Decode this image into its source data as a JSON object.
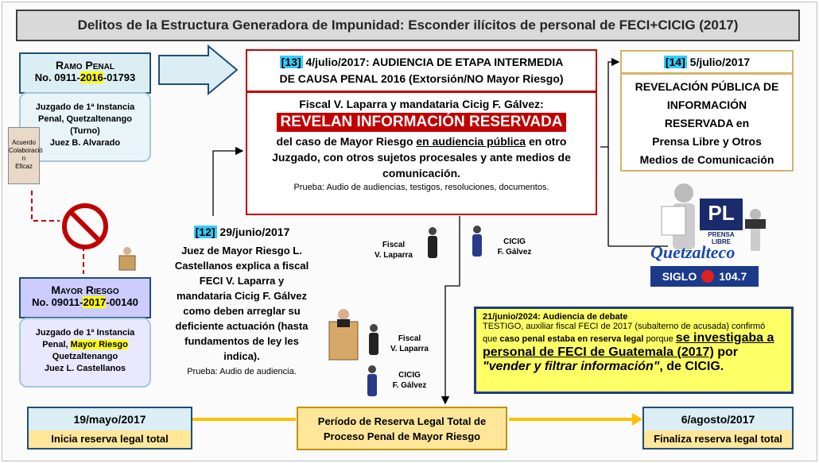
{
  "title": "Delitos de la Estructura Generadora de Impunidad: Esconder ilícitos de personal de FECI+CICIG (2017)",
  "ramo_penal": {
    "heading": "Ramo Penal",
    "case_prefix": "No. 0911-",
    "case_highlight": "2016",
    "case_suffix": "-01793",
    "court_lines": [
      "Juzgado de 1ª Instancia",
      "Penal, Quetzaltenango",
      "(Turno)",
      "Juez B. Alvarado"
    ]
  },
  "agreement_doc": [
    "Acuerdo",
    "Colaboració",
    "n",
    "Eficaz"
  ],
  "mayor_riesgo": {
    "heading": "Mayor Riesgo",
    "case_prefix": "No. 09011-",
    "case_highlight": "2017",
    "case_suffix": "-00140",
    "court_line1": "Juzgado de 1ª Instancia",
    "court_line2_prefix": "Penal, ",
    "court_line2_highlight": "Mayor Riesgo",
    "court_line3": "Quetzaltenango",
    "court_line4": "Juez L. Castellanos"
  },
  "event13": {
    "tag": "[13]",
    "header_line1": "4/julio/2017: AUDIENCIA DE ETAPA INTERMEDIA",
    "header_line2": "DE CAUSA PENAL 2016 (Extorsión/NO Mayor Riesgo)",
    "actors": "Fiscal V. Laparra y mandataria Cicig F. Gálvez:",
    "reveal": "REVELAN INFORMACIÓN RESERVADA",
    "detail_prefix": "del caso de Mayor Riesgo ",
    "detail_underline": "en audiencia pública",
    "detail_suffix": " en otro Juzgado, con otros sujetos procesales y ante medios de comunicación.",
    "proof": "Prueba: Audio de audiencias, testigos, resoluciones, documentos."
  },
  "event14": {
    "tag": "[14]",
    "date": "5/julio/2017",
    "body_lines": [
      "REVELACIÓN PÚBLICA DE",
      "INFORMACIÓN",
      "RESERVADA en",
      "Prensa Libre y Otros",
      "Medios de Comunicación"
    ]
  },
  "media_logos": {
    "pl": "PL",
    "prensa_libre": "PRENSA LIBRE",
    "quetzalteco": "Quetzalteco",
    "siglo": "SIGLO",
    "siglo_freq": "104.7"
  },
  "event12": {
    "tag": "[12]",
    "date": "29/junio/2017",
    "body_lines": [
      "Juez de Mayor Riesgo L.",
      "Castellanos explica a fiscal",
      "FECI V. Laparra y",
      "mandataria Cicig F. Gálvez",
      "como deben arreglar su",
      "deficiente actuación (hasta",
      "fundamentos de ley les",
      "indica)."
    ],
    "proof": "Prueba: Audio de audiencia."
  },
  "people": {
    "fiscal_top": [
      "Fiscal",
      "V. Laparra"
    ],
    "cicig_top": [
      "CICIG",
      "F. Gálvez"
    ],
    "fiscal_mid": [
      "Fiscal",
      "V. Laparra"
    ],
    "cicig_mid": [
      "CICIG",
      "F. Gálvez"
    ]
  },
  "testimony": {
    "heading": "21/junio/2024: Audiencia de debate",
    "line1": "TESTIGO, auxiliar fiscal FECI de 2017 (subalterno de acusada) confirmó",
    "line2_a": "que ",
    "line2_b": "caso penal estaba en reserva legal",
    "line2_c": " porque ",
    "line2_d": "se investigaba a",
    "line3_a": "personal de FECI de Guatemala (2017)",
    "line3_b": " por",
    "line4_a": "\"vender y filtrar información\"",
    "line4_b": ", de CICIG."
  },
  "timeline": {
    "start_date": "19/mayo/2017",
    "start_label": "Inicia reserva legal total",
    "period_line1": "Período de Reserva Legal Total de",
    "period_line2": "Proceso Penal de Mayor Riesgo",
    "end_date": "6/agosto/2017",
    "end_label": "Finaliza reserva legal total"
  },
  "colors": {
    "reveal_red": "#c00000",
    "tag_cyan": "#33ccff",
    "highlight_yellow": "#ffff00",
    "timeline_gold": "#ffc000",
    "border_navy": "#1f4e79"
  }
}
